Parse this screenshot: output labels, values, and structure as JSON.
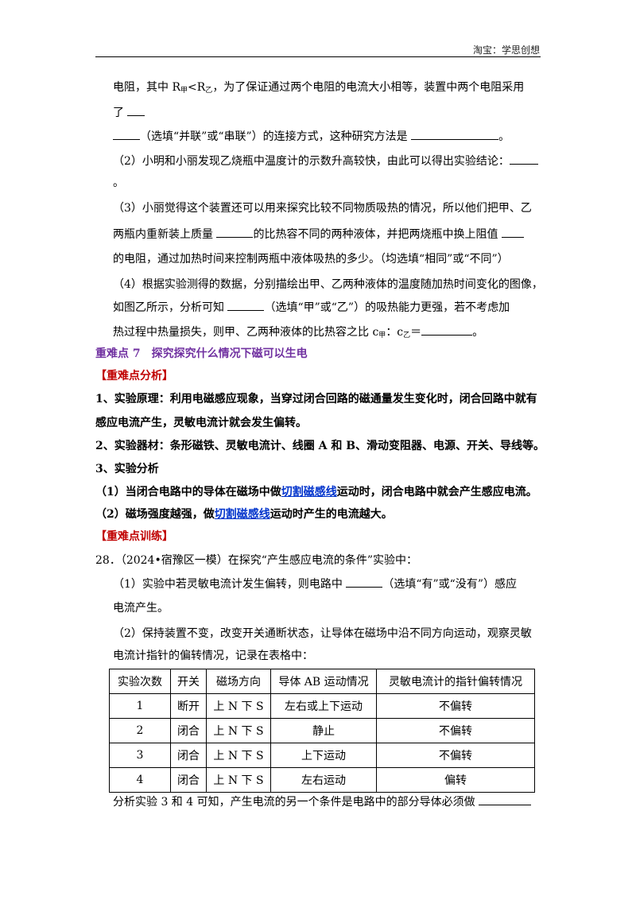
{
  "header": {
    "brand": "淘宝：学思创想"
  },
  "intro": {
    "l1": "电阻，其中 R",
    "l1_sub1": "甲",
    "l1_mid": "<R",
    "l1_sub2": "乙",
    "l1_end": "，为了保证通过两个电阻的电流大小相等，装置中两个电阻采用",
    "l2": "了",
    "l3_a": "（选填“并联”或“串联”）的连接方式，这种研究方法是",
    "l3_b": "。"
  },
  "q2": {
    "text": "（2）小明和小丽发现乙烧瓶中温度计的示数升高较快，由此可以得出实验结论：",
    "end": "。"
  },
  "q3": {
    "l1": "（3）小丽觉得这个装置还可以用来探究比较不同物质吸热的情况，所以他们把甲、乙",
    "l2_a": "两瓶内重新装上质量",
    "l2_b": "的比热容不同的两种液体，并把两烧瓶中换上阻值",
    "l3": "的电阻，通过加热时间来控制两瓶中液体吸热的多少。（均选填“相同”或“不同”）"
  },
  "q4": {
    "l1": "（4）根据实验测得的数据，分别描绘出甲、乙两种液体的温度随加热时间变化的图像，",
    "l2_a": "如图乙所示，分析可知",
    "l2_b": "（选填“甲”或“乙”）的吸热能力更强，若不考虑加",
    "l3_a": "热过程中热量损失，则甲、乙两种液体的比热容之比 c",
    "l3_sub1": "甲",
    "l3_mid": "：c",
    "l3_sub2": "乙",
    "l3_eq": "＝",
    "l3_end": "。"
  },
  "section": {
    "title": "重难点 7　探究探究什么情况下磁可以生电",
    "analysis_head": "【重难点分析】",
    "p1_l1": "1、实验原理：利用电磁感应现象，当穿过闭合回路的磁通量发生变化时，闭合回路中就有",
    "p1_l2": "感应电流产生，灵敏电流计就会发生偏转。",
    "p2": "2、实验器材：条形磁铁、灵敏电流计、线圈 A 和 B、滑动变阻器、电源、开关、导线等。",
    "p3": "3、实验分析",
    "p4_a": "（1）当闭合电路中的导体在磁场中做",
    "p4_link": "切割磁感线",
    "p4_b": "运动时，闭合电路中就会产生感应电流。",
    "p5_a": "（2）磁场强度越强，做",
    "p5_link": "切割磁感线",
    "p5_b": "运动时产生的电流越大。",
    "training_head": "【重难点训练】"
  },
  "q28": {
    "stem": "28．（2024•宿豫区一模）在探究“产生感应电流的条件”实验中：",
    "s1_a": "（1）实验中若灵敏电流计发生偏转，则电路中",
    "s1_b": "（选填“有”或“没有”）感应",
    "s1_c": "电流产生。",
    "s2_l1": "（2）保持装置不变，改变开关通断状态，让导体在磁场中沿不同方向运动，观察灵敏",
    "s2_l2": "电流计指针的偏转情况，记录在表格中：",
    "conclusion": "分析实验 3 和 4 可知，产生电流的另一个条件是电路中的部分导体必须做"
  },
  "table": {
    "headers": [
      "实验次数",
      "开关",
      "磁场方向",
      "导体 AB 运动情况",
      "灵敏电流计的指针偏转情况"
    ],
    "rows": [
      [
        "1",
        "断开",
        "上 N 下 S",
        "左右或上下运动",
        "不偏转"
      ],
      [
        "2",
        "闭合",
        "上 N 下 S",
        "静止",
        "不偏转"
      ],
      [
        "3",
        "闭合",
        "上 N 下 S",
        "上下运动",
        "不偏转"
      ],
      [
        "4",
        "闭合",
        "上 N 下 S",
        "左右运动",
        "偏转"
      ]
    ]
  }
}
